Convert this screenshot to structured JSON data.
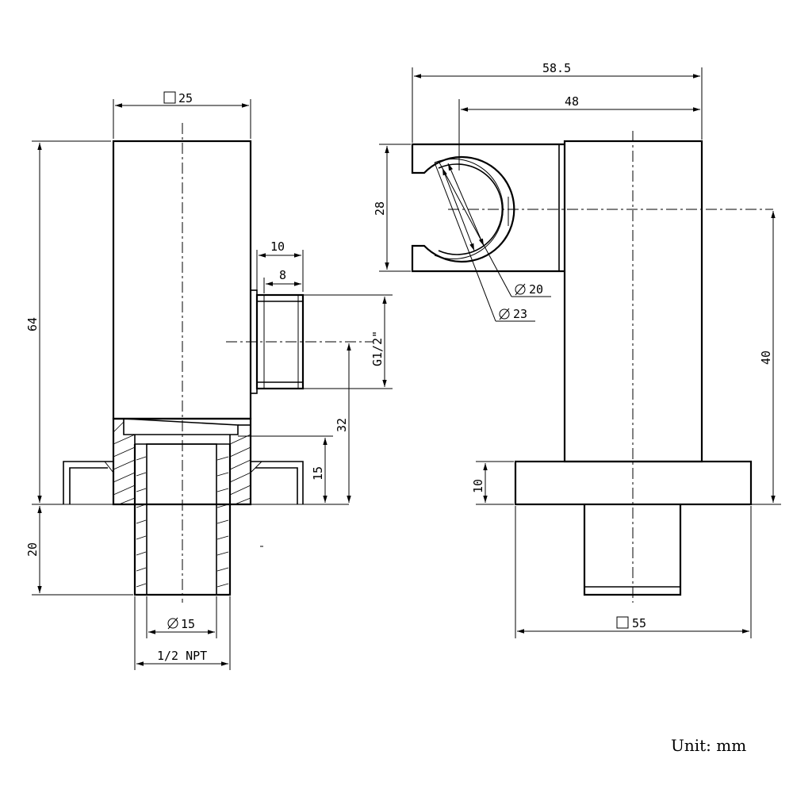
{
  "dimensions": {
    "square_25": "25",
    "height_64": "64",
    "outlet_10": "10",
    "outlet_8": "8",
    "thread_g12": "G1/2\"",
    "height_32": "32",
    "height_15": "15",
    "bottom_20": "20",
    "dia_15": "15",
    "npt": "1/2 NPT",
    "width_58_5": "58.5",
    "width_48": "48",
    "holder_28": "28",
    "dia_20": "20",
    "dia_23": "23",
    "height_40": "40",
    "plate_10": "10",
    "square_55": "55"
  },
  "unit_label": "Unit: mm"
}
